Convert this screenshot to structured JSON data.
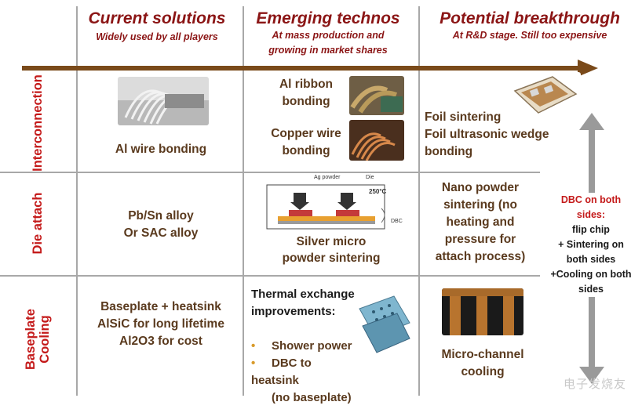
{
  "columns": [
    {
      "title": "Current solutions",
      "subtitle": [
        "Widely used by all players"
      ]
    },
    {
      "title": "Emerging technos",
      "subtitle": [
        "At mass production and",
        "growing in market shares"
      ]
    },
    {
      "title": "Potential breakthrough",
      "subtitle": [
        "At R&D stage. Still too expensive"
      ]
    }
  ],
  "rows": [
    {
      "label": "Interconnection"
    },
    {
      "label": "Die attach"
    },
    {
      "label": "Baseplate\nCooling"
    }
  ],
  "cells": {
    "interconnection": {
      "current": [
        "Al wire bonding"
      ],
      "emerging_1": [
        "Al ribbon",
        "bonding"
      ],
      "emerging_2": [
        "Copper wire",
        "bonding"
      ],
      "breakthrough": [
        "Foil sintering",
        "Foil ultrasonic wedge",
        "bonding"
      ]
    },
    "die_attach": {
      "current": [
        "Pb/Sn alloy",
        "Or SAC alloy"
      ],
      "emerging": [
        "Silver micro",
        "powder sintering"
      ],
      "emerging_diagram": {
        "ag_label": "Ag powder",
        "die_label": "Die",
        "temp_label": "250°C",
        "dbc_label": "DBC"
      },
      "breakthrough": [
        "Nano powder",
        "sintering (no",
        "heating and",
        "pressure for",
        "attach process)"
      ]
    },
    "baseplate_cooling": {
      "current": [
        "Baseplate + heatsink",
        "AlSiC for long lifetime",
        "Al2O3 for cost"
      ],
      "emerging_heading": [
        "Thermal exchange",
        "improvements:"
      ],
      "emerging_bullets": [
        [
          "Shower power"
        ],
        [
          "DBC to heatsink",
          "(no baseplate)"
        ]
      ],
      "breakthrough": [
        "Micro-channel",
        "cooling"
      ]
    }
  },
  "side_note": {
    "heading": [
      "DBC on both",
      "sides:"
    ],
    "lines": [
      "flip chip",
      "+ Sintering on",
      "both sides",
      "+Cooling on both",
      "sides"
    ]
  },
  "watermark": "电子发烧友",
  "colors": {
    "title": "#8b1515",
    "row_label": "#c41a1a",
    "body_text": "#5a3a1e",
    "arrow": "#7a4a1a",
    "grid": "#a8a8a8",
    "side_arrow": "#9a9a9a",
    "bullet": "#d89a2a"
  }
}
